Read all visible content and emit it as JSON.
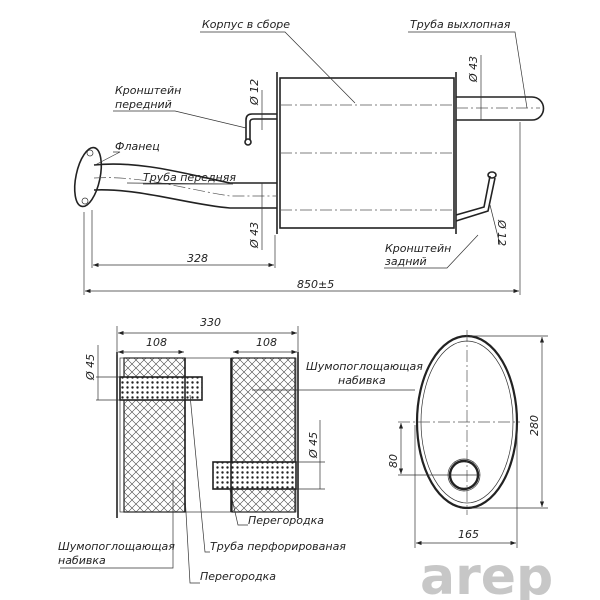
{
  "top_view": {
    "labels": {
      "body": "Корпус в сборе",
      "tailpipe": "Труба выхлопная",
      "front_bracket_1": "Кронштейн",
      "front_bracket_2": "передний",
      "flange": "Фланец",
      "front_pipe": "Труба передняя",
      "rear_bracket_1": "Кронштейн",
      "rear_bracket_2": "задний"
    },
    "dimensions": {
      "front_bracket_dia": "Ø 12",
      "tailpipe_dia": "Ø 43",
      "front_pipe_dia": "Ø 43",
      "rear_bracket_dia": "Ø 12",
      "front_length": "328",
      "total_length": "850±5"
    }
  },
  "section_view": {
    "labels": {
      "packing_right_1": "Шумопоглощающая",
      "packing_right_2": "набивка",
      "baffle_1": "Перегородка",
      "perforated_tube": "Труба перфорированая",
      "packing_left_1": "Шумопоглощающая",
      "packing_left_2": "набивка",
      "baffle_2": "Перегородка"
    },
    "dimensions": {
      "length": "330",
      "left_chamber": "108",
      "right_chamber": "108",
      "inlet_dia": "Ø 45",
      "outlet_dia": "Ø 45"
    }
  },
  "end_view": {
    "dimensions": {
      "height": "280",
      "width": "165",
      "offset": "80"
    }
  },
  "watermark": "arep"
}
